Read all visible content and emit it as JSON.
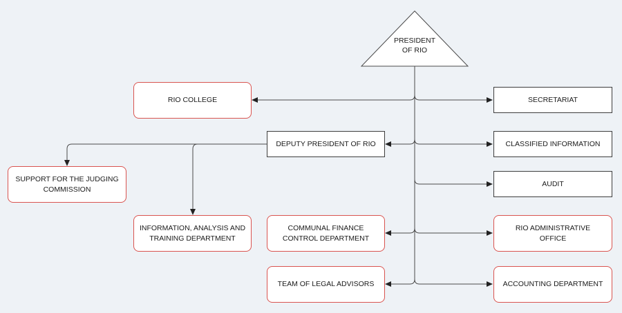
{
  "president": {
    "line1": "PRESIDENT",
    "line2": "OF RIO"
  },
  "nodes": {
    "rio_college": "RIO COLLEGE",
    "secretariat": "SECRETARIAT",
    "deputy_president": "DEPUTY PRESIDENT OF RIO",
    "classified_information": "CLASSIFIED INFORMATION",
    "support_judging": {
      "line1": "SUPPORT FOR THE JUDGING",
      "line2": "COMMISSION"
    },
    "audit": "AUDIT",
    "info_analysis": {
      "line1": "INFORMATION, ANALYSIS AND",
      "line2": "TRAINING DEPARTMENT"
    },
    "communal_finance": {
      "line1": "COMMUNAL FINANCE",
      "line2": "CONTROL DEPARTMENT"
    },
    "admin_office": {
      "line1": "RIO ADMINISTRATIVE",
      "line2": "OFFICE"
    },
    "legal_advisors": "TEAM OF LEGAL ADVISORS",
    "accounting": "ACCOUNTING DEPARTMENT"
  },
  "colors": {
    "line": "#4a4a4a",
    "square_border": "#3c3c3c",
    "rounded_border": "#d9534f",
    "background": "#eef2f6"
  }
}
